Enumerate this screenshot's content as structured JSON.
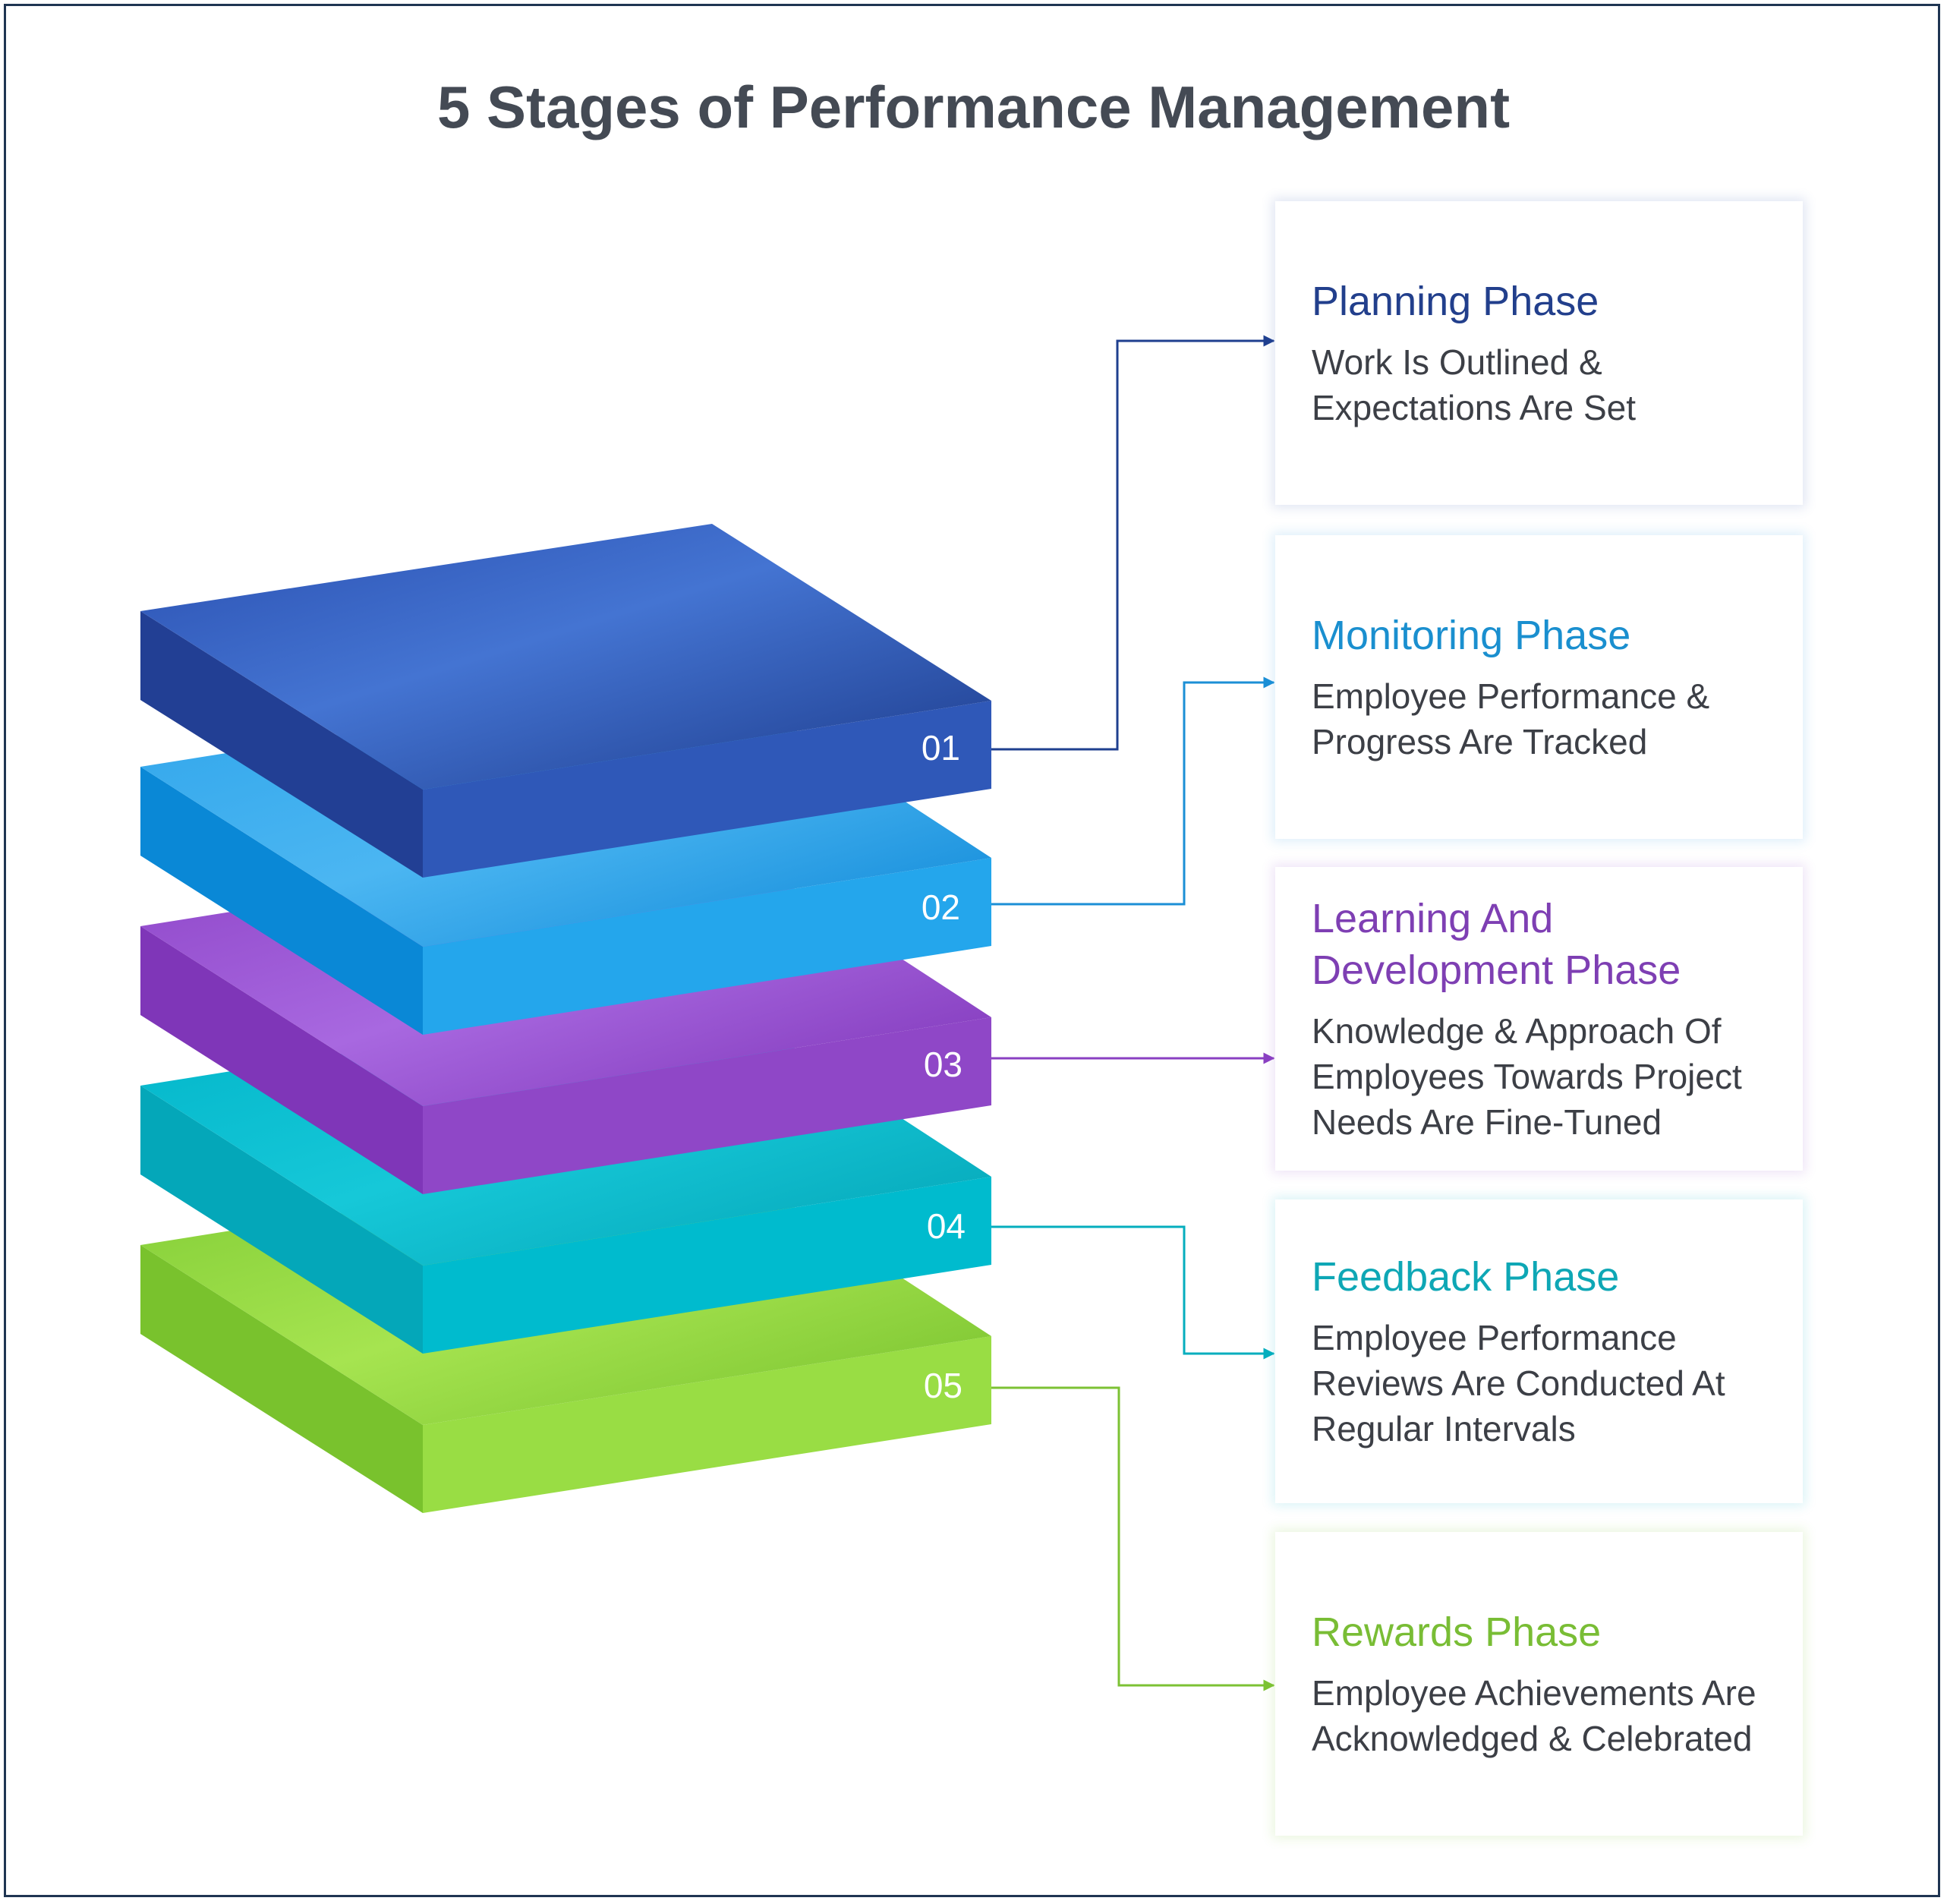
{
  "title": "5 Stages of Performance Management",
  "colors": {
    "stage1": "#2346a0",
    "stage2": "#1b93dd",
    "stage3": "#8a40c2",
    "stage4": "#02b2c7",
    "stage5": "#86cf35",
    "frame": "#1f3552"
  },
  "stages": [
    {
      "number": "01",
      "title": "Planning Phase",
      "description": "Work Is Outlined & Expectations Are Set"
    },
    {
      "number": "02",
      "title": "Monitoring Phase",
      "description": "Employee Performance & Progress Are Tracked"
    },
    {
      "number": "03",
      "title": "Learning And Development Phase",
      "description": "Knowledge & Approach Of Employees Towards Project Needs Are Fine-Tuned"
    },
    {
      "number": "04",
      "title": "Feedback Phase",
      "description": "Employee Performance Reviews Are  Conducted At Regular Intervals"
    },
    {
      "number": "05",
      "title": "Rewards Phase",
      "description": "Employee Achievements Are Acknowledged & Celebrated"
    }
  ]
}
